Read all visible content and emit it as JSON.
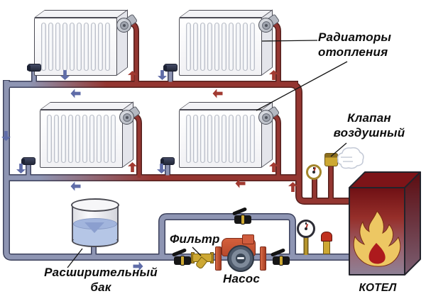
{
  "labels": {
    "radiators_line1": "Радиаторы",
    "radiators_line2": "отопления",
    "air_valve_line1": "Клапан",
    "air_valve_line2": "воздушный",
    "filter": "Фильтр",
    "pump": "Насос",
    "tank_line1": "Расширительный",
    "tank_line2": "бак",
    "boiler": "КОТЕЛ"
  },
  "colors": {
    "supply_pipe": "#943631",
    "supply_pipe_outline": "#54201d",
    "return_pipe": "#8e95b3",
    "return_pipe_outline": "#3c415c",
    "supply_arrow": "#a23a31",
    "return_arrow": "#5f6ca8",
    "radiator_body": "#f7f7f9",
    "boiler_dark": "#6f1014",
    "boiler_light": "#8e8095",
    "flame_outer": "#edc763",
    "flame_core": "#ad1a1d",
    "brass": "#cda833",
    "valve_black": "#141414",
    "pump_orange": "#c6553a",
    "pump_motor": "#4e5a6b",
    "water": "#b5c6e6",
    "label_text": "#0d0d0d"
  },
  "icons": {
    "flow_arrow_up": "▲",
    "flow_arrow_down": "▼",
    "flow_arrow_left": "◀",
    "flow_arrow_right": "▶",
    "steam_cloud": "☁",
    "flame": "flame",
    "pressure_gauge": "gauge-dial",
    "air_valve": "brass-vent-cap",
    "safety_valve": "red-cap-valve",
    "ball_valve": "black-lever-valve",
    "thermostatic_valve": "gray-knob"
  }
}
